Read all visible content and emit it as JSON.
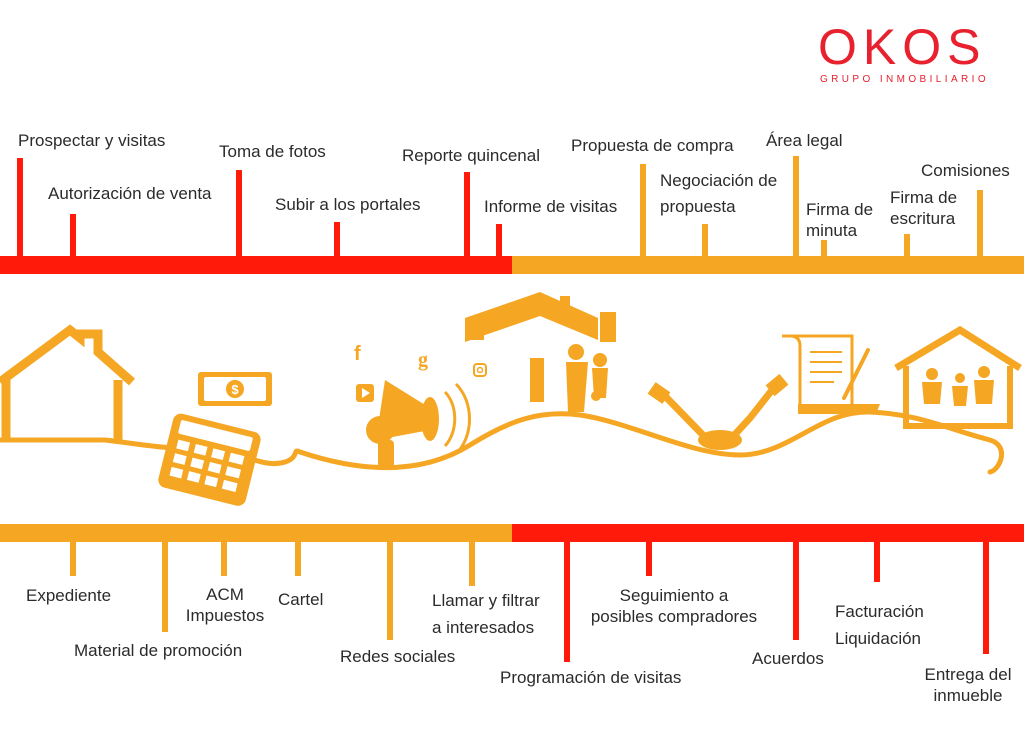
{
  "logo": {
    "word": "OKOS",
    "subtitle": "GRUPO INMOBILIARIO"
  },
  "colors": {
    "red": "#ff1a0a",
    "orange": "#f5a623",
    "text": "#2b2b2b",
    "logo_red": "#e8212f"
  },
  "top_steps": [
    "Prospectar y visitas",
    "Autorización de venta",
    "Toma de fotos",
    "Subir a los portales",
    "Reporte quincenal",
    "Informe de visitas",
    "Propuesta de compra",
    "Negociación de",
    "propuesta",
    "Área legal",
    "Firma de",
    "minuta",
    "Firma de",
    "escritura",
    "Comisiones"
  ],
  "bottom_steps": [
    "Expediente",
    "Material de promoción",
    "ACM",
    "Impuestos",
    "Cartel",
    "Redes sociales",
    "Llamar y filtrar",
    "a interesados",
    "Programación de visitas",
    "Seguimiento a",
    "posibles compradores",
    "Acuerdos",
    "Facturación",
    "Liquidación",
    "Entrega del",
    "inmueble"
  ],
  "icons": [
    "house-icon",
    "money-bill-icon",
    "calculator-icon",
    "megaphone-icon",
    "facebook-icon",
    "google-icon",
    "youtube-icon",
    "instagram-icon",
    "house-family-icon",
    "handshake-icon",
    "contract-icon",
    "happy-house-icon"
  ]
}
